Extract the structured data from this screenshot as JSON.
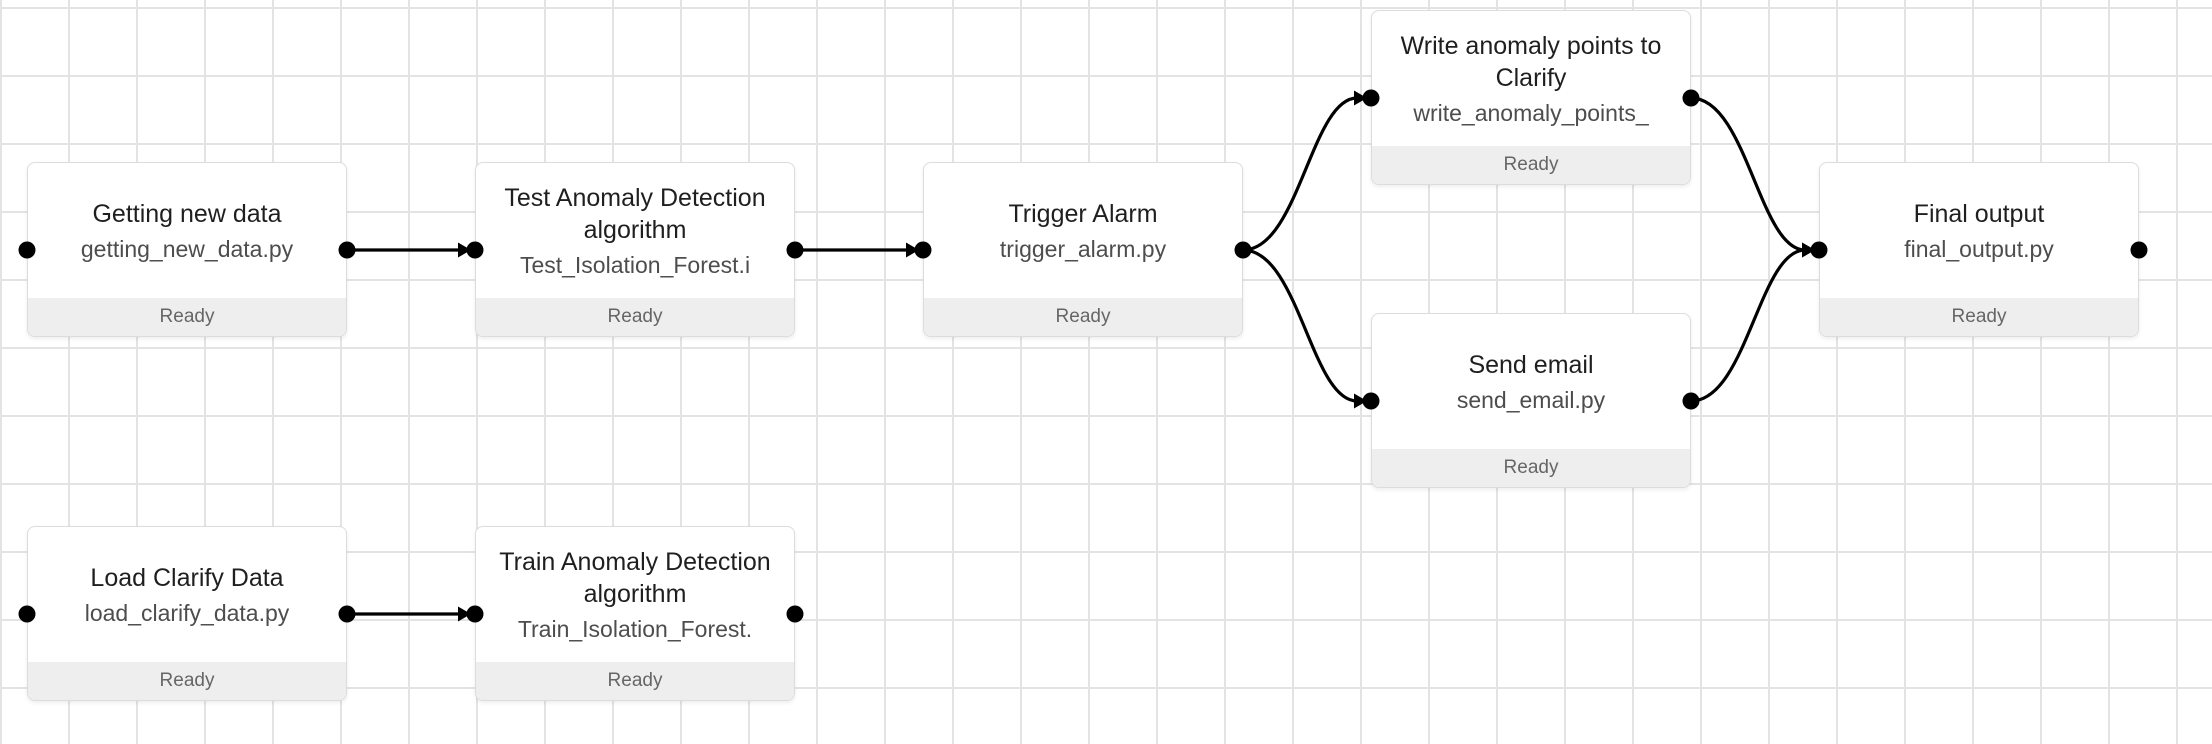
{
  "nodes": [
    {
      "id": "getting_new_data",
      "title": "Getting new data",
      "file": "getting_new_data.py",
      "status": "Ready"
    },
    {
      "id": "test_anomaly",
      "title": "Test Anomaly Detection algorithm",
      "file": "Test_Isolation_Forest.i",
      "status": "Ready"
    },
    {
      "id": "trigger_alarm",
      "title": "Trigger Alarm",
      "file": "trigger_alarm.py",
      "status": "Ready"
    },
    {
      "id": "write_anomaly",
      "title": "Write anomaly points to Clarify",
      "file": "write_anomaly_points_",
      "status": "Ready"
    },
    {
      "id": "send_email",
      "title": "Send email",
      "file": "send_email.py",
      "status": "Ready"
    },
    {
      "id": "final_output",
      "title": "Final output",
      "file": "final_output.py",
      "status": "Ready"
    },
    {
      "id": "load_clarify",
      "title": "Load Clarify Data",
      "file": "load_clarify_data.py",
      "status": "Ready"
    },
    {
      "id": "train_anomaly",
      "title": "Train Anomaly Detection algorithm",
      "file": "Train_Isolation_Forest.",
      "status": "Ready"
    }
  ],
  "edges": [
    {
      "from": "getting_new_data",
      "to": "test_anomaly"
    },
    {
      "from": "test_anomaly",
      "to": "trigger_alarm"
    },
    {
      "from": "trigger_alarm",
      "to": "write_anomaly"
    },
    {
      "from": "trigger_alarm",
      "to": "send_email"
    },
    {
      "from": "write_anomaly",
      "to": "final_output"
    },
    {
      "from": "send_email",
      "to": "final_output"
    },
    {
      "from": "load_clarify",
      "to": "train_anomaly"
    }
  ]
}
